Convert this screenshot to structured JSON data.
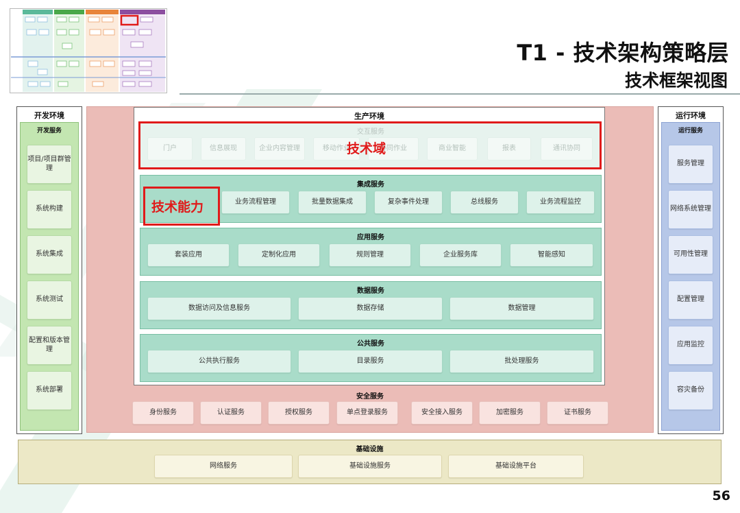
{
  "header": {
    "title": "T1 - 技术架构策略层",
    "subtitle": "技术框架视图",
    "page_number": "56"
  },
  "dev_env": {
    "title": "开发环境",
    "services_title": "开发服务",
    "items": [
      "项目/项目群管理",
      "系统构建",
      "系统集成",
      "系统测试",
      "配置和版本管理",
      "系统部署"
    ]
  },
  "ops_env": {
    "title": "运行环境",
    "services_title": "运行服务",
    "items": [
      "服务管理",
      "网络系统管理",
      "可用性管理",
      "配置管理",
      "应用监控",
      "容灾备份"
    ]
  },
  "prod_env": {
    "title": "生产环境",
    "interaction": {
      "title": "交互服务",
      "items": [
        "门户",
        "信息展现",
        "企业内容管理",
        "移动作业",
        "协同作业",
        "商业智能",
        "报表",
        "通讯协同"
      ]
    },
    "integration": {
      "title": "集成服务",
      "items": [
        "业务流程管理",
        "批量数据集成",
        "复杂事件处理",
        "总线服务",
        "业务流程监控"
      ]
    },
    "application": {
      "title": "应用服务",
      "items": [
        "套装应用",
        "定制化应用",
        "规则管理",
        "企业服务库",
        "智能感知"
      ]
    },
    "data": {
      "title": "数据服务",
      "items": [
        "数据访问及信息服务",
        "数据存储",
        "数据管理"
      ]
    },
    "common": {
      "title": "公共服务",
      "items": [
        "公共执行服务",
        "目录服务",
        "批处理服务"
      ]
    }
  },
  "security": {
    "title": "安全服务",
    "items": [
      "身份服务",
      "认证服务",
      "授权服务",
      "单点登录服务",
      "安全接入服务",
      "加密服务",
      "证书服务"
    ]
  },
  "infrastructure": {
    "title": "基础设施",
    "items": [
      "网络服务",
      "基础设施服务",
      "基础设施平台"
    ]
  },
  "annotations": {
    "domain_label": "技术域",
    "capability_label": "技术能力",
    "highlight_color": "#e01a1a"
  },
  "colors": {
    "dev_green": "#c3e6b1",
    "ops_blue": "#b6c7e8",
    "security_pink": "#ebbcb7",
    "prod_teal": "#a9dcc9",
    "infra_khaki": "#ece8c6"
  }
}
